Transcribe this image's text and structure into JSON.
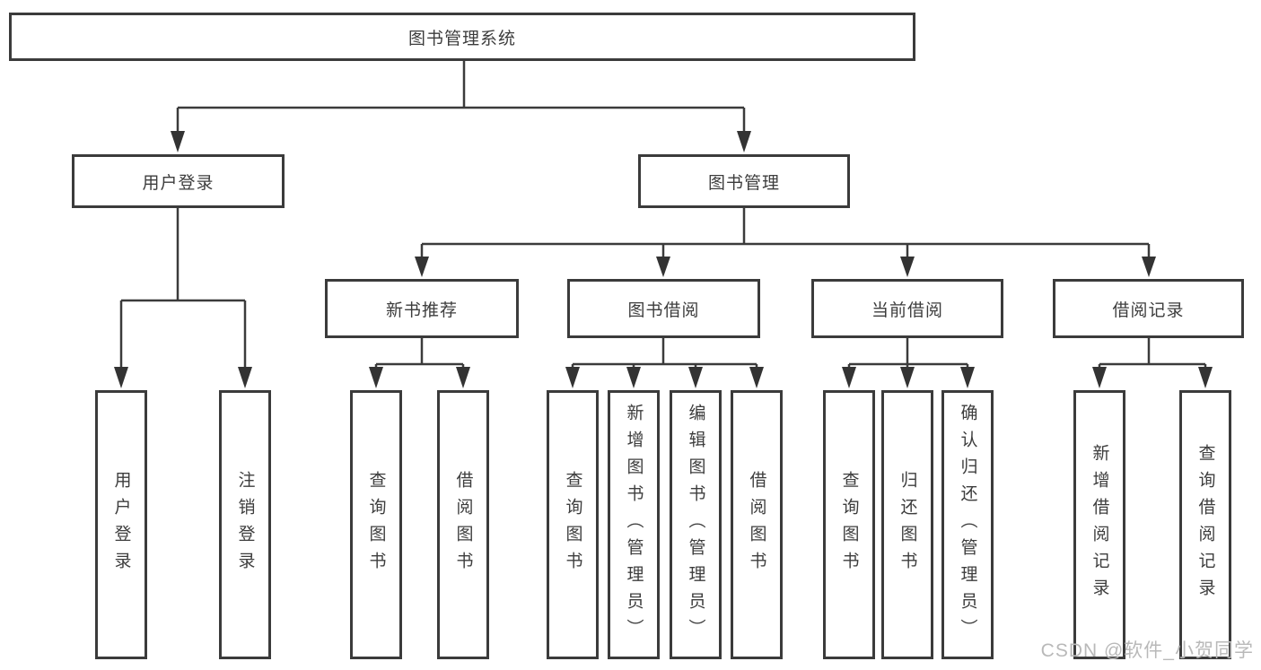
{
  "title": {
    "label": "图书管理系统"
  },
  "level2": [
    {
      "id": "user-login",
      "label": "用户登录"
    },
    {
      "id": "book-management",
      "label": "图书管理"
    }
  ],
  "level3": [
    {
      "id": "new-book-recommendation",
      "label": "新书推荐"
    },
    {
      "id": "book-borrowing",
      "label": "图书借阅"
    },
    {
      "id": "current-borrowing",
      "label": "当前借阅"
    },
    {
      "id": "borrowing-records",
      "label": "借阅记录"
    }
  ],
  "leaves": [
    {
      "group": "user-login",
      "label": "用户登录"
    },
    {
      "group": "user-login",
      "label": "注销登录"
    },
    {
      "group": "new-book-recommendation",
      "label": "查询图书"
    },
    {
      "group": "new-book-recommendation",
      "label": "借阅图书"
    },
    {
      "group": "book-borrowing",
      "label": "查询图书"
    },
    {
      "group": "book-borrowing",
      "label": "新增图书（管理员）"
    },
    {
      "group": "book-borrowing",
      "label": "编辑图书（管理员）"
    },
    {
      "group": "book-borrowing",
      "label": "借阅图书"
    },
    {
      "group": "current-borrowing",
      "label": "查询图书"
    },
    {
      "group": "current-borrowing",
      "label": "归还图书"
    },
    {
      "group": "current-borrowing",
      "label": "确认归还（管理员）"
    },
    {
      "group": "borrowing-records",
      "label": "新增借阅记录"
    },
    {
      "group": "borrowing-records",
      "label": "查询借阅记录"
    }
  ],
  "watermark": "CSDN @软件_小贺同学",
  "colors": {
    "line": "#3b3b3b",
    "text": "#3d3d3d",
    "watermark": "#b9b9b9",
    "background": "#ffffff"
  }
}
